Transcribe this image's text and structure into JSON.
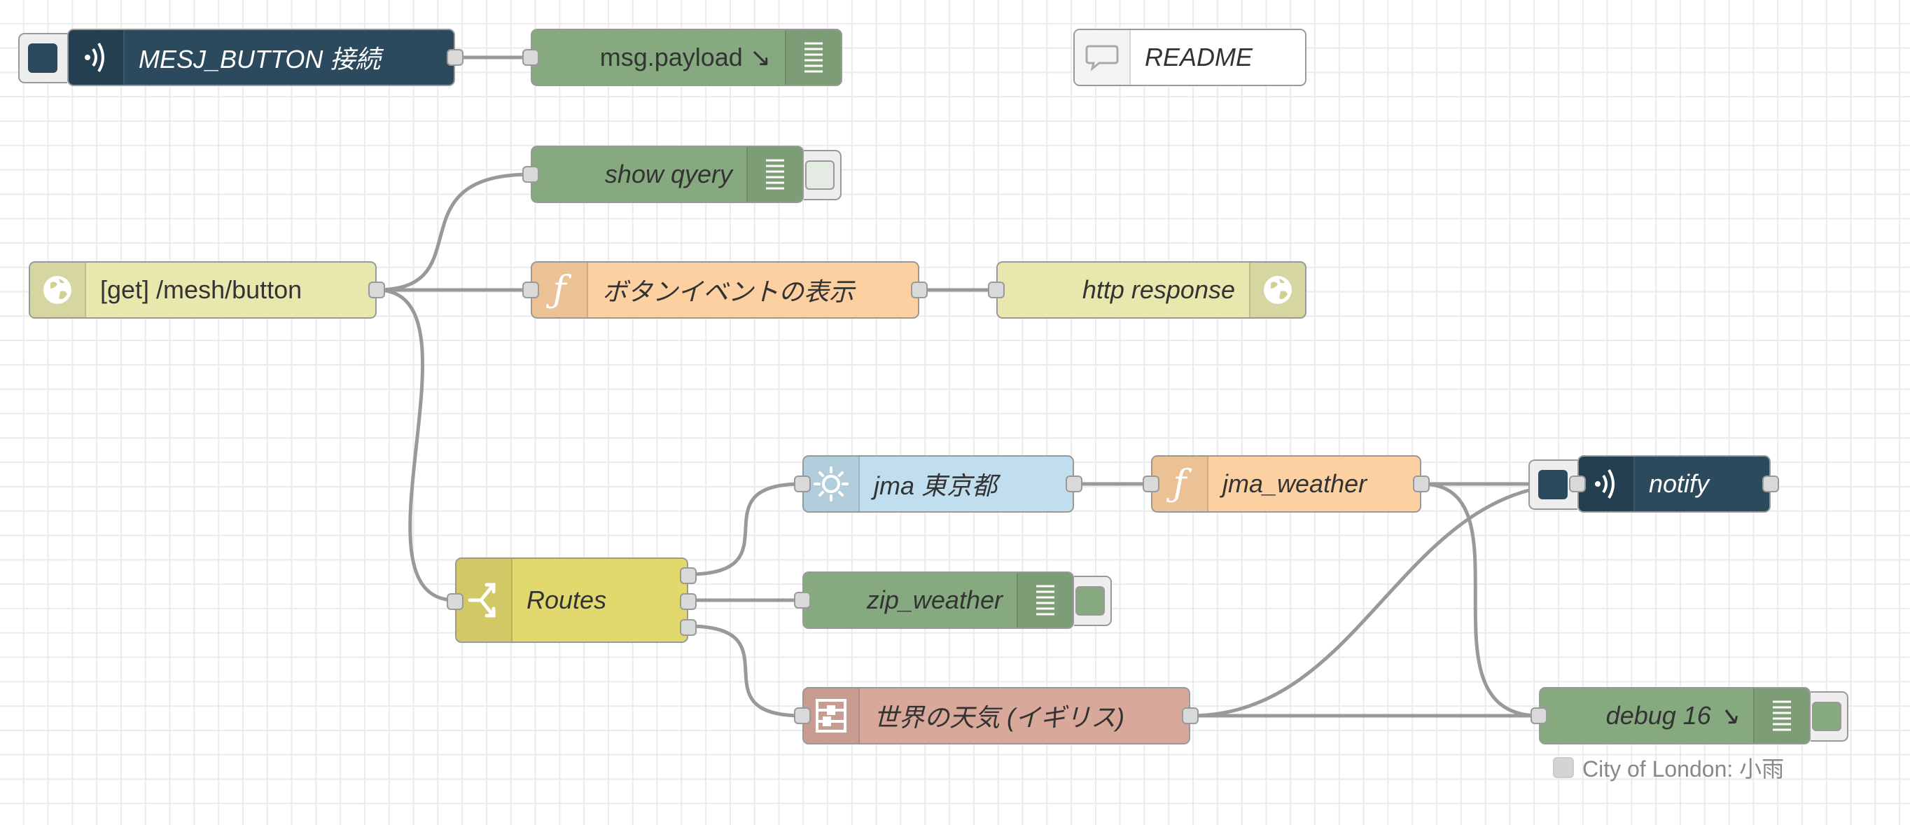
{
  "colors": {
    "grid": "#ebebeb",
    "wire": "#999999",
    "mesh": "#2b4a5e",
    "debug": "#87a980",
    "function": "#fdd0a2",
    "http": "#e7e7ae",
    "switch": "#e2d96e",
    "jma": "#c0deed",
    "weather": "#d8a89b",
    "comment": "#ffffff"
  },
  "nodes": {
    "mesh_button": {
      "label": "MESJ_BUTTON 接続",
      "icon": "mesh-icon"
    },
    "msg_payload": {
      "label": "msg.payload ↘",
      "icon": "debug-icon"
    },
    "readme": {
      "label": "README",
      "icon": "comment-icon"
    },
    "show_query": {
      "label": "show qyery",
      "icon": "debug-icon"
    },
    "http_in": {
      "label": "[get] /mesh/button",
      "icon": "globe-icon"
    },
    "button_event": {
      "label": "ボタンイベントの表示",
      "icon": "function-icon"
    },
    "http_response": {
      "label": "http response",
      "icon": "globe-icon"
    },
    "jma_tokyo": {
      "label": "jma 東京都",
      "icon": "sun-icon"
    },
    "jma_weather": {
      "label": "jma_weather",
      "icon": "function-icon"
    },
    "notify": {
      "label": "notify",
      "icon": "mesh-icon"
    },
    "routes": {
      "label": "Routes",
      "icon": "switch-icon"
    },
    "zip_weather": {
      "label": "zip_weather",
      "icon": "debug-icon"
    },
    "world_weather": {
      "label": "世界の天気 (イギリス)",
      "icon": "weather-icon"
    },
    "debug16": {
      "label": "debug 16 ↘",
      "icon": "debug-icon",
      "status": "City of London: 小雨"
    }
  }
}
